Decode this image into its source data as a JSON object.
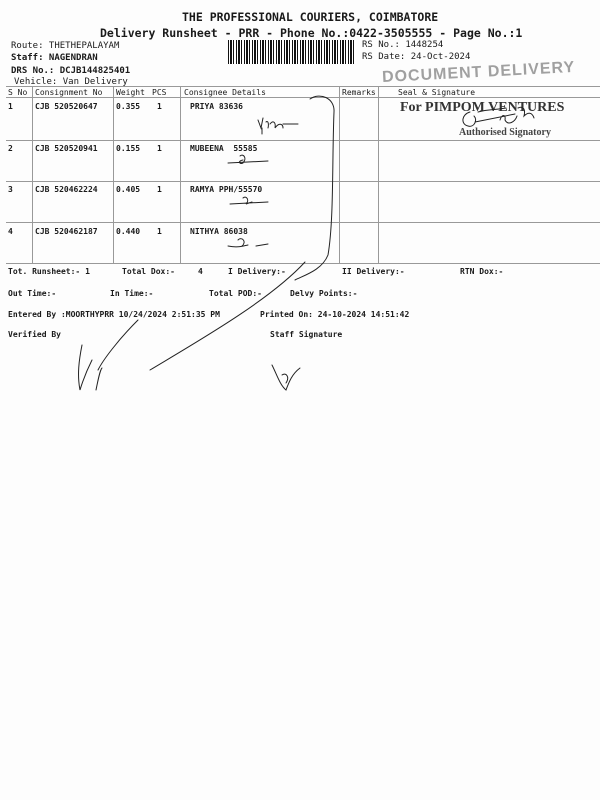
{
  "header": {
    "company": "THE PROFESSIONAL COURIERS, COIMBATORE",
    "subtitle": "Delivery Runsheet - PRR - Phone No.:0422-3505555 - Page No.:1",
    "route": "Route: THETHEPALAYAM",
    "staff": "Staff: NAGENDRAN",
    "drs_no": "DRS No.: DCJB144825401",
    "vehicle": "Vehicle: Van Delivery",
    "rs_no": "RS No.: 1448254",
    "rs_date": "RS Date: 24-Oct-2024"
  },
  "stamps": {
    "document_delivery": "DOCUMENT DELIVERY",
    "company_seal": "For PIMPOM VENTURES",
    "authorised": "Authorised Signatory"
  },
  "table": {
    "columns": [
      "S No",
      "Consignment No",
      "Weight",
      "PCS",
      "Consignee Details",
      "Remarks",
      "Seal & Signature"
    ],
    "rows": [
      {
        "sno": "1",
        "consignment": "CJB 520520647",
        "weight": "0.355",
        "pcs": "1",
        "consignee": "PRIYA 83636"
      },
      {
        "sno": "2",
        "consignment": "CJB 520520941",
        "weight": "0.155",
        "pcs": "1",
        "consignee": "MUBEENA  55585"
      },
      {
        "sno": "3",
        "consignment": "CJB 520462224",
        "weight": "0.405",
        "pcs": "1",
        "consignee": "RAMYA PPH/55570"
      },
      {
        "sno": "4",
        "consignment": "CJB 520462187",
        "weight": "0.440",
        "pcs": "1",
        "consignee": "NITHYA 86038"
      }
    ]
  },
  "summary": {
    "tot_runsheet": "Tot. Runsheet:- 1",
    "total_dox": "Total Dox:-",
    "total_dox_value": "4",
    "i_delivery": "I Delivery:-",
    "ii_delivery": "II Delivery:-",
    "rtn_dox": "RTN Dox:-",
    "out_time": "Out Time:-",
    "in_time": "In Time:-",
    "total_pod": "Total POD:-",
    "delvy_points": "Delvy Points:-",
    "entered_by": "Entered By :MOORTHYPRR 10/24/2024 2:51:35 PM",
    "printed_on": "Printed On: 24-10-2024 14:51:42",
    "verified_by": "Verified By",
    "staff_signature": "Staff Signature"
  }
}
